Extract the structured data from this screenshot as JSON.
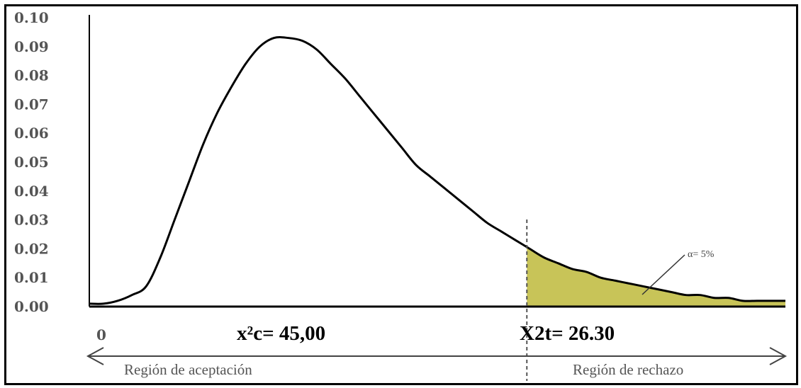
{
  "chart_data": {
    "type": "area",
    "title": "",
    "xlabel": "",
    "ylabel": "",
    "yticks": [
      "0.10",
      "0.09",
      "0.08",
      "0.07",
      "0.06",
      "0.05",
      "0.04",
      "0.03",
      "0.02",
      "0.01",
      "0.00"
    ],
    "ylim": [
      0,
      0.1
    ],
    "xlim": [
      0,
      49
    ],
    "grid": false,
    "x_tick_label": "0",
    "curve": {
      "x": [
        0,
        1,
        2,
        3,
        4,
        5,
        6,
        7,
        8,
        9,
        10,
        11,
        12,
        13,
        14,
        15,
        16,
        17,
        18,
        19,
        20,
        21,
        22,
        23,
        24,
        25,
        26,
        27,
        28,
        29,
        30,
        31,
        32,
        33,
        34,
        35,
        36,
        37,
        38,
        39,
        40,
        41,
        42,
        43,
        44,
        45,
        46,
        47,
        48,
        49
      ],
      "y": [
        0.001,
        0.001,
        0.002,
        0.004,
        0.007,
        0.017,
        0.03,
        0.043,
        0.056,
        0.067,
        0.076,
        0.084,
        0.09,
        0.093,
        0.093,
        0.092,
        0.089,
        0.084,
        0.079,
        0.073,
        0.067,
        0.061,
        0.055,
        0.049,
        0.045,
        0.041,
        0.037,
        0.033,
        0.029,
        0.026,
        0.023,
        0.02,
        0.017,
        0.015,
        0.013,
        0.012,
        0.01,
        0.009,
        0.008,
        0.007,
        0.006,
        0.005,
        0.004,
        0.004,
        0.003,
        0.003,
        0.002,
        0.002,
        0.002,
        0.002
      ]
    },
    "critical_x": 30.8,
    "shade_color": "#c8c458",
    "curve_color": "#000000",
    "calculated_label": "x²c=  45,00",
    "critical_label": "X2t= 26.30",
    "alpha_label": "α= 5%",
    "acceptance_label": "Región de aceptación",
    "rejection_label": "Región de rechazo"
  }
}
